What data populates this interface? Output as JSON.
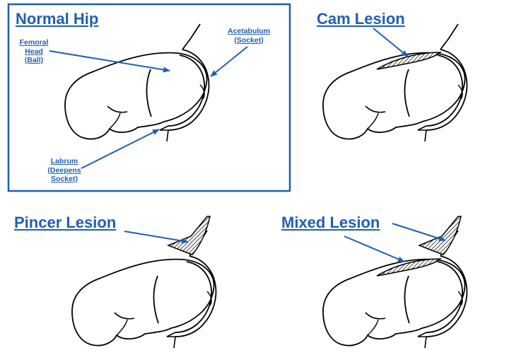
{
  "colors": {
    "title": "#1f5fb4",
    "arrow": "#1f5fb4",
    "outline": "#000000",
    "panel_border": "#1f5fb4",
    "background": "#ffffff"
  },
  "panels": {
    "normal": {
      "title": "Normal Hip",
      "labels": {
        "femoral_head": [
          "Femoral",
          "Head",
          "(Ball)"
        ],
        "acetabulum": [
          "Acetabulum",
          "(Socket)"
        ],
        "labrum": [
          "Labrum",
          "(Deepens",
          "Socket)"
        ]
      }
    },
    "cam": {
      "title": "Cam Lesion"
    },
    "pincer": {
      "title": "Pincer Lesion"
    },
    "mixed": {
      "title": "Mixed Lesion"
    }
  }
}
